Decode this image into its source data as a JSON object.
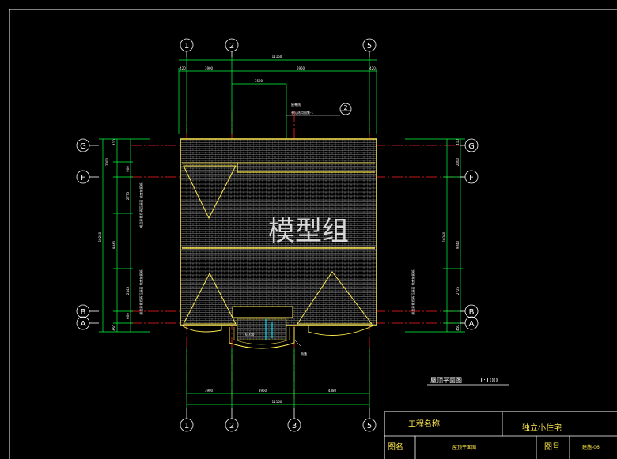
{
  "grid_labels": {
    "top": [
      "1",
      "2",
      "5"
    ],
    "bottom": [
      "1",
      "2",
      "3",
      "5"
    ],
    "left": [
      "G",
      "F",
      "B",
      "A"
    ],
    "right": [
      "G",
      "F",
      "B",
      "A"
    ],
    "section_mark": "2"
  },
  "dimensions": {
    "top_overall": "11160",
    "top_row": [
      "420",
      "3900",
      "6960",
      "420"
    ],
    "top_inner": "3590",
    "bottom_row": [
      "3900",
      "3960",
      "4380"
    ],
    "bottom_overall": "11160",
    "left_col": [
      "410",
      "2000",
      "900",
      "2775",
      "9840",
      "2445",
      "600",
      "450"
    ],
    "left_overall": "10260",
    "right_col": [
      "410",
      "2000",
      "9840",
      "2725",
      "450"
    ],
    "right_overall": "10260"
  },
  "annotations": {
    "detail_ref": "屋脊线",
    "detail_ref2": "参见选用图集-1",
    "elevation": "6.750",
    "left_note_top": "成品彩色沥青瓦屋面 坡度按图纸",
    "left_note_bot": "成品彩色沥青瓦屋面 坡度按图纸",
    "right_note": "成品彩色沥青瓦屋面 坡度按图纸",
    "entrance_mark": "雨篷"
  },
  "watermark": "模型组",
  "caption": {
    "title": "屋顶平面图",
    "scale": "1:100"
  },
  "title_block": {
    "project_label": "工程名称",
    "project_value": "独立小住宅",
    "drawing_label": "图名",
    "drawing_value": "屋顶平面图",
    "number_label": "图号",
    "number_value": "建施-06"
  },
  "colors": {
    "background": "#000000",
    "roof_outline": "#ffe94d",
    "grid_line": "#ff2020",
    "dimension": "#00ff40",
    "text": "#ffffff"
  }
}
